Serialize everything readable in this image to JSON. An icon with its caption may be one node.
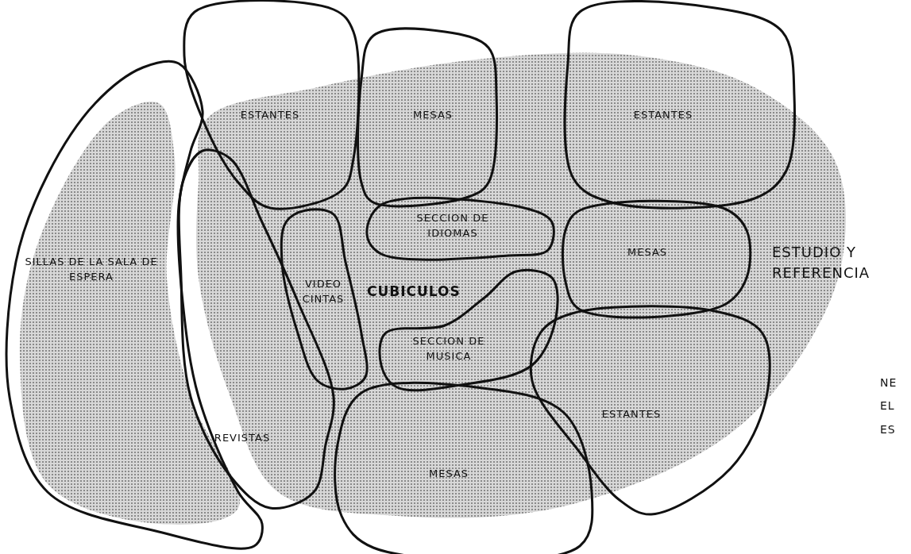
{
  "diagram": {
    "nodes": [
      {
        "text": [
          "ESTANTES"
        ]
      },
      {
        "text": [
          "MESAS"
        ]
      },
      {
        "text": [
          "ESTANTES"
        ]
      },
      {
        "text": [
          "SILLAS DE LA SALA DE ESPERA"
        ]
      },
      {
        "text": [
          "REVISTAS"
        ]
      },
      {
        "text": [
          "SECCION DE IDIOMAS"
        ]
      },
      {
        "text": [
          "MESAS"
        ]
      },
      {
        "text": [
          "VIDEO CINTAS"
        ]
      },
      {
        "text": [
          "SECCION DE MUSICA"
        ]
      },
      {
        "text": [
          "ESTANTES"
        ]
      },
      {
        "text": [
          "MESAS"
        ]
      }
    ],
    "labels": [
      "CUBICULOS",
      "ESTUDIO Y REFERENCIA",
      "NE EL ES"
    ]
  }
}
